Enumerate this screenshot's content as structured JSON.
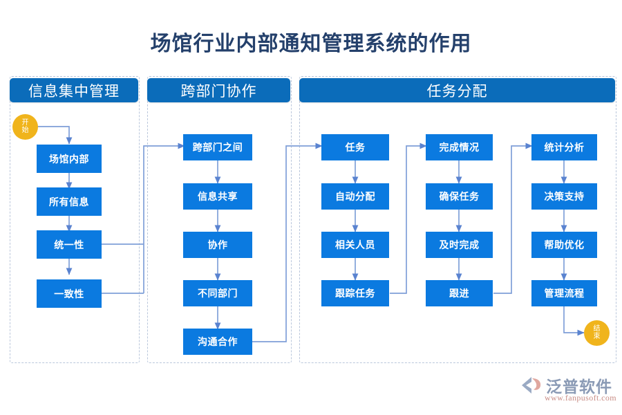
{
  "page": {
    "title": "场馆行业内部通知管理系统的作用",
    "background": "#ffffff",
    "accent_blue": "#0b7ae0",
    "header_blue": "#0b6cba",
    "terminator_yellow": "#f0b41c",
    "connector_blue": "#7f9fd8",
    "panel_border": "#b9c6db",
    "title_color": "#24406b"
  },
  "sections": [
    {
      "id": "info-central",
      "label": "信息集中管理"
    },
    {
      "id": "cross-dept",
      "label": "跨部门协作"
    },
    {
      "id": "task-assign",
      "label": "任务分配"
    }
  ],
  "terminators": {
    "start": {
      "label": "开始",
      "chars": [
        "开",
        "始"
      ]
    },
    "end": {
      "label": "结束",
      "chars": [
        "结",
        "束"
      ]
    }
  },
  "columns": [
    {
      "id": "col-1",
      "section": "info-central",
      "nodes": [
        {
          "id": "n1-1",
          "label": "场馆内部"
        },
        {
          "id": "n1-2",
          "label": "所有信息"
        },
        {
          "id": "n1-3",
          "label": "统一性"
        },
        {
          "id": "n1-4",
          "label": "一致性"
        }
      ]
    },
    {
      "id": "col-2",
      "section": "cross-dept",
      "nodes": [
        {
          "id": "n2-1",
          "label": "跨部门之间"
        },
        {
          "id": "n2-2",
          "label": "信息共享"
        },
        {
          "id": "n2-3",
          "label": "协作"
        },
        {
          "id": "n2-4",
          "label": "不同部门"
        },
        {
          "id": "n2-5",
          "label": "沟通合作"
        }
      ]
    },
    {
      "id": "col-3",
      "section": "task-assign",
      "nodes": [
        {
          "id": "n3-1",
          "label": "任务"
        },
        {
          "id": "n3-2",
          "label": "自动分配"
        },
        {
          "id": "n3-3",
          "label": "相关人员"
        },
        {
          "id": "n3-4",
          "label": "跟踪任务"
        }
      ]
    },
    {
      "id": "col-4",
      "section": "task-assign",
      "nodes": [
        {
          "id": "n4-1",
          "label": "完成情况"
        },
        {
          "id": "n4-2",
          "label": "确保任务"
        },
        {
          "id": "n4-3",
          "label": "及时完成"
        },
        {
          "id": "n4-4",
          "label": "跟进"
        }
      ]
    },
    {
      "id": "col-5",
      "section": "task-assign",
      "nodes": [
        {
          "id": "n5-1",
          "label": "统计分析"
        },
        {
          "id": "n5-2",
          "label": "决策支持"
        },
        {
          "id": "n5-3",
          "label": "帮助优化"
        },
        {
          "id": "n5-4",
          "label": "管理流程"
        }
      ]
    }
  ],
  "watermark": {
    "brand": "泛普软件",
    "url": "www.fanpusoft.com"
  }
}
